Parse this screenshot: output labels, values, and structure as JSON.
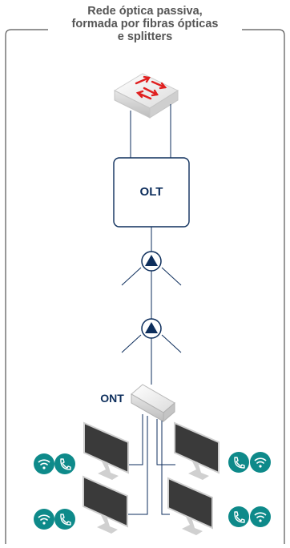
{
  "title_lines": [
    "Rede óptica passiva,",
    "formada por fibras ópticas",
    "e splitters"
  ],
  "olt_label": "OLT",
  "ont_label": "ONT",
  "colors": {
    "border": "#555555",
    "text_gray": "#555555",
    "navy": "#0d2e5c",
    "teal": "#0e8a8a",
    "router_arrows": "#e02020",
    "monitor_screen": "#3a3a3a"
  },
  "icons": [
    "router-icon",
    "splitter-icon",
    "ont-device-icon",
    "monitor-icon",
    "wifi-icon",
    "phone-icon"
  ]
}
